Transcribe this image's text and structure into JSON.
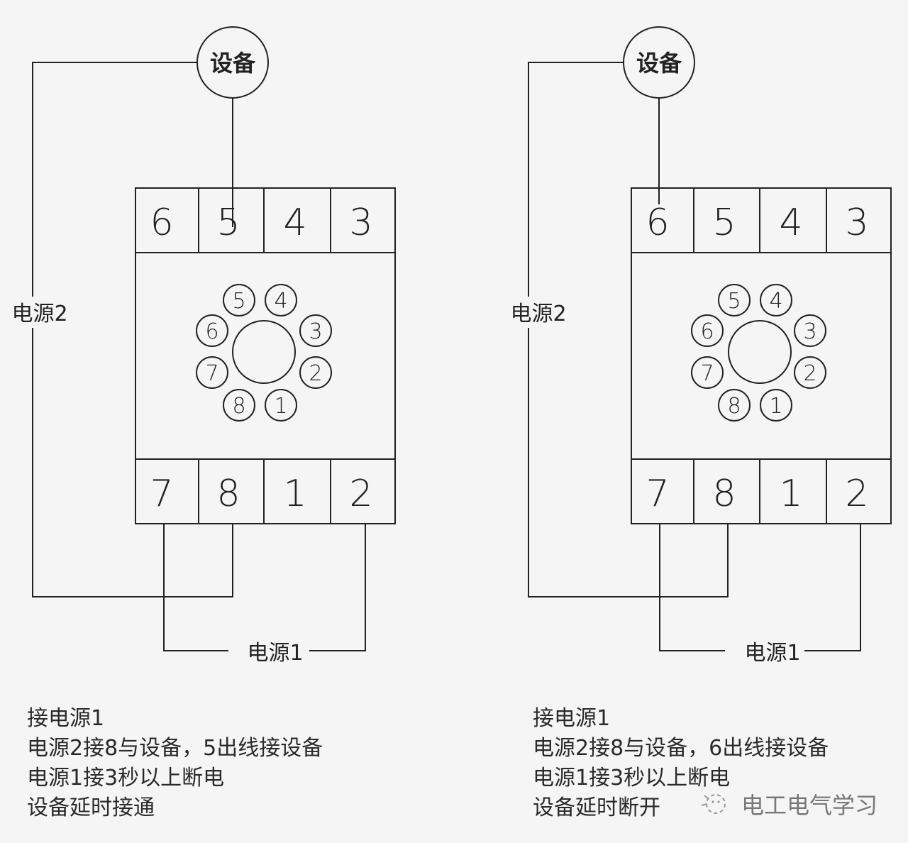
{
  "diagrams": [
    {
      "id": "left",
      "device_label": "设备",
      "power2_label": "电源2",
      "power1_label": "电源1",
      "top_terminals": [
        "6",
        "5",
        "4",
        "3"
      ],
      "bottom_terminals": [
        "7",
        "8",
        "1",
        "2"
      ],
      "socket_pins": [
        "1",
        "2",
        "3",
        "4",
        "5",
        "6",
        "7",
        "8"
      ],
      "device_connected_terminal": "5",
      "notes": [
        "接电源1",
        "电源2接8与设备，5出线接设备",
        "电源1接3秒以上断电",
        "设备延时接通"
      ]
    },
    {
      "id": "right",
      "device_label": "设备",
      "power2_label": "电源2",
      "power1_label": "电源1",
      "top_terminals": [
        "6",
        "5",
        "4",
        "3"
      ],
      "bottom_terminals": [
        "7",
        "8",
        "1",
        "2"
      ],
      "socket_pins": [
        "1",
        "2",
        "3",
        "4",
        "5",
        "6",
        "7",
        "8"
      ],
      "device_connected_terminal": "6",
      "notes": [
        "接电源1",
        "电源2接8与设备，6出线接设备",
        "电源1接3秒以上断电",
        "设备延时断开"
      ]
    }
  ],
  "watermark": {
    "text": "电工电气学习",
    "icon": "wechat-icon"
  },
  "colors": {
    "background": "#f5f5f5",
    "line": "#222222",
    "watermark": "#777777"
  }
}
